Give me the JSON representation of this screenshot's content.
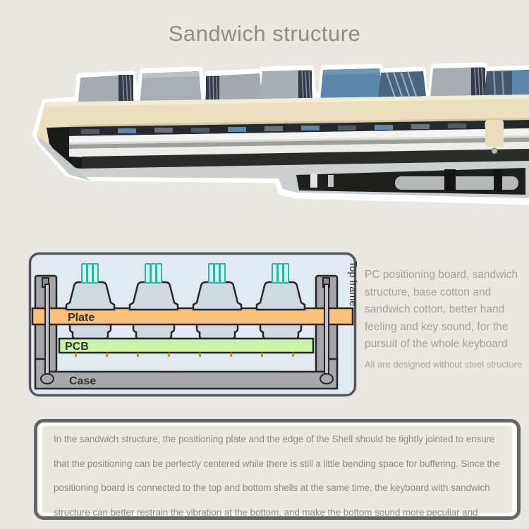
{
  "page": {
    "title": "Sandwich structure",
    "bg_color": "#e9e7e1"
  },
  "diagram": {
    "labels": {
      "plate": "Plate",
      "pcb": "PCB",
      "case": "Case",
      "top_frame": "Top frame"
    },
    "colors": {
      "background": "#e2eaf1",
      "plate_orange": "#f9c077",
      "pcb_green": "#c9f4a3",
      "case_gray": "#a9a9ab",
      "frame_gray": "#a5a5a7",
      "switch_body": "#cfdae0",
      "stem_teal": "#2eb3a8",
      "stem_fill": "#d9f2ee",
      "outline": "#26262a"
    }
  },
  "side_note": {
    "main": "PC positioning board, sandwich structure, base cotton and sandwich cotton, better hand feeling and key sound, for the pursuit of the whole keyboard",
    "sub": "All are designed without steel structure"
  },
  "footer_note": {
    "text": "In the sandwich structure, the positioning plate and the edge of the Shell should be tightly jointed to ensure that the positioning can be perfectly centered while there is still a little bending space for buffering. Since the positioning board is connected to the top and bottom shells at the same time, the keyboard with sandwich structure can better restrain the vibration at the bottom, and make the bottom sound more peculiar and pleasant."
  },
  "render_colors": {
    "keycap_gray": "#a7acb2",
    "keycap_blue": "#5d87aa",
    "top_case_cream": "#ebdfc0",
    "foam_black": "#2b2b2a",
    "bottom_case_silver": "#cdd0d1",
    "sticker_outline": "#ffffff"
  }
}
